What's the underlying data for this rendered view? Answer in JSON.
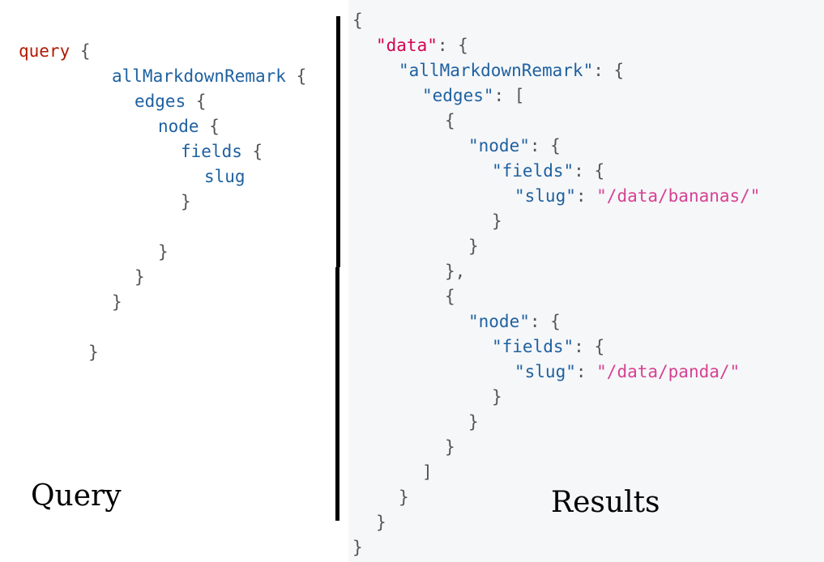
{
  "colors": {
    "query_keyword": "#b11a04",
    "query_field": "#1f61a0",
    "punctuation": "#555555",
    "result_root_key": "#d2054e",
    "result_key": "#1f61a0",
    "result_string": "#d64292",
    "results_background": "#f6f7f9",
    "divider": "#000000"
  },
  "query": {
    "label": "Query",
    "keyword": "query",
    "fields": {
      "root": "allMarkdownRemark",
      "edges": "edges",
      "node": "node",
      "fields": "fields",
      "slug": "slug"
    },
    "open_brace": "{",
    "close_brace": "}"
  },
  "results": {
    "label": "Results",
    "open_brace": "{",
    "close_brace": "}",
    "keys": {
      "data": "\"data\"",
      "root": "\"allMarkdownRemark\"",
      "edges": "\"edges\"",
      "node": "\"node\"",
      "fields": "\"fields\"",
      "slug": "\"slug\""
    },
    "edges": [
      {
        "slug": "\"/data/bananas/\""
      },
      {
        "slug": "\"/data/panda/\""
      }
    ],
    "colon_brace": ": {",
    "colon_bracket": ": [",
    "colon": ": ",
    "close_bracket": "]",
    "close_brace_comma": "},"
  }
}
